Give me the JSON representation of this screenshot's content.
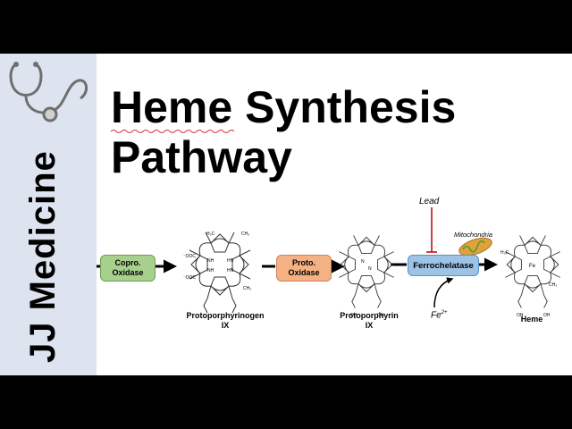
{
  "title": {
    "line1": "Heme Synthesis",
    "line2": "Pathway"
  },
  "brand": "JJ Medicine",
  "enzymes": {
    "copro": {
      "line1": "Copro.",
      "line2": "Oxidase"
    },
    "proto": {
      "line1": "Proto.",
      "line2": "Oxidase"
    },
    "ferro": "Ferrochelatase"
  },
  "compounds": {
    "protoporphyrinogen": {
      "line1": "Protoporphyrinogen",
      "line2": "IX"
    },
    "protoporphyrin": {
      "line1": "Protoporphyrin",
      "line2": "IX"
    },
    "heme": "Heme"
  },
  "inhibitor": "Lead",
  "location": "Mitochondria",
  "cofactor": {
    "base": "Fe",
    "charge": "2+"
  },
  "structure_labels": {
    "ooc": "⁻OOC",
    "nh": "NH",
    "hn": "HN",
    "n": "N",
    "fe": "Fe",
    "h3c": "H₃C",
    "ch3": "CH₃",
    "oh": "OH",
    "o": "O"
  },
  "colors": {
    "copro": "#a8d08d",
    "proto": "#f4b183",
    "ferro": "#9dc3e6",
    "inhibit": "#c00000",
    "sidebar": "#dde3ef",
    "mito_outer": "#e2a23a",
    "mito_inner": "#6f9a3a"
  },
  "icons": [
    "stethoscope-icon",
    "mitochondrion-icon",
    "porphyrin-structure-icon"
  ]
}
